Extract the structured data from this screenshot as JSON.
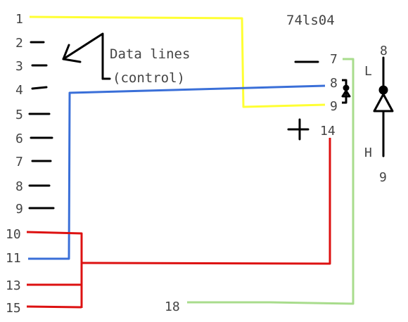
{
  "chip": {
    "name": "74ls04"
  },
  "annotation": {
    "line1": "Data lines",
    "line2": "(control)"
  },
  "connector_pins": [
    "1",
    "2",
    "3",
    "4",
    "5",
    "6",
    "7",
    "8",
    "9",
    "10",
    "11",
    "13",
    "15"
  ],
  "chip_pins": {
    "gnd": "7",
    "out": "8",
    "in": "9",
    "vcc": "14"
  },
  "symbol": {
    "out_pin": "8",
    "in_pin": "9",
    "low": "L",
    "high": "H"
  },
  "ground_pin": "18",
  "signs": {
    "minus": "−",
    "plus": "+"
  },
  "colors": {
    "yellow": "#ffff33",
    "blue": "#3a6fd8",
    "red": "#dd1111",
    "green": "#a8dc8c",
    "ink": "#000000",
    "text": "#444444"
  }
}
